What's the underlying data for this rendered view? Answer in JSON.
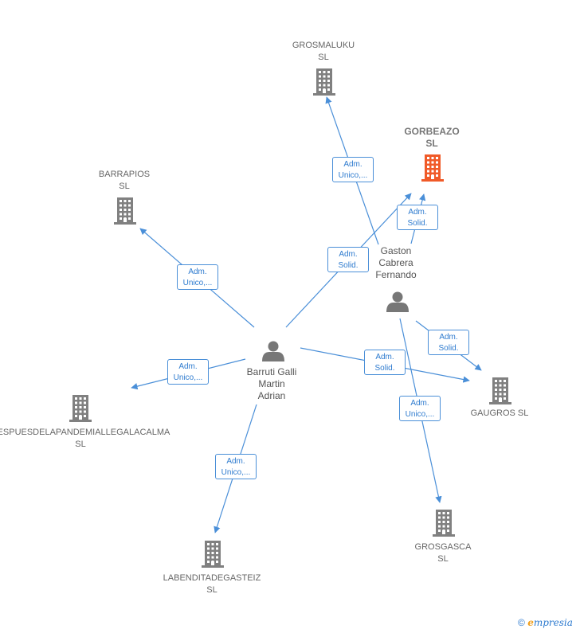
{
  "colors": {
    "edge": "#4a8fd8",
    "building": "#808080",
    "building_highlight": "#f05a28",
    "person": "#777777"
  },
  "companies": [
    {
      "id": "grosmaluku",
      "label": "GROSMALUKU\nSL",
      "highlight": false,
      "icon": "building-icon"
    },
    {
      "id": "gorbeazo",
      "label": "GORBEAZO\nSL",
      "highlight": true,
      "icon": "building-icon"
    },
    {
      "id": "barrapios",
      "label": "BARRAPIOS\nSL",
      "highlight": false,
      "icon": "building-icon"
    },
    {
      "id": "despues",
      "label": "DESPUESDELAPANDEMIALLEGALACALMA\nSL",
      "highlight": false,
      "icon": "building-icon"
    },
    {
      "id": "gaugros",
      "label": "GAUGROS  SL",
      "highlight": false,
      "icon": "building-icon"
    },
    {
      "id": "labenditadegasteiz",
      "label": "LABENDITADEGASTEIZ\nSL",
      "highlight": false,
      "icon": "building-icon"
    },
    {
      "id": "grosgasca",
      "label": "GROSGASCA\nSL",
      "highlight": false,
      "icon": "building-icon"
    }
  ],
  "persons": [
    {
      "id": "barruti",
      "label": "Barruti Galli\nMartin\nAdrian",
      "icon": "person-icon"
    },
    {
      "id": "gaston",
      "label": "Gaston\nCabrera\nFernando",
      "icon": "person-icon"
    }
  ],
  "edges": [
    {
      "from": "gaston",
      "to": "grosmaluku",
      "label": "Adm.\nUnico,..."
    },
    {
      "from": "gaston",
      "to": "gorbeazo",
      "label": "Adm.\nSolid."
    },
    {
      "from": "barruti",
      "to": "gorbeazo",
      "label": "Adm.\nSolid."
    },
    {
      "from": "barruti",
      "to": "barrapios",
      "label": "Adm.\nUnico,..."
    },
    {
      "from": "barruti",
      "to": "despues",
      "label": "Adm.\nUnico,..."
    },
    {
      "from": "barruti",
      "to": "gaugros",
      "label": "Adm.\nSolid."
    },
    {
      "from": "gaston",
      "to": "gaugros",
      "label": "Adm.\nSolid."
    },
    {
      "from": "gaston",
      "to": "grosgasca",
      "label": "Adm.\nUnico,..."
    },
    {
      "from": "barruti",
      "to": "labenditadegasteiz",
      "label": "Adm.\nUnico,..."
    }
  ],
  "footer": {
    "copyright": "©",
    "brand_initial": "e",
    "brand_rest": "mpresia"
  }
}
